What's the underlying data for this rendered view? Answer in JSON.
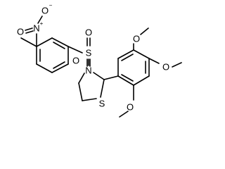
{
  "molecule": {
    "atoms": {
      "nitro_O_top": "O",
      "nitro_O_left": "O",
      "nitro_N": "N",
      "nitro_N_charge": "+",
      "nitro_O_minus_charge": "−",
      "sulfonyl_O_top": "O",
      "sulfonyl_O_bottom": "O",
      "sulfonyl_S": "S",
      "ring_N": "N",
      "ring_S": "S",
      "methoxy_O_top": "O",
      "methoxy_O_right": "O",
      "methoxy_O_bottom": "O"
    }
  },
  "colors": {
    "bond": "#000000",
    "background": "#ffffff"
  }
}
